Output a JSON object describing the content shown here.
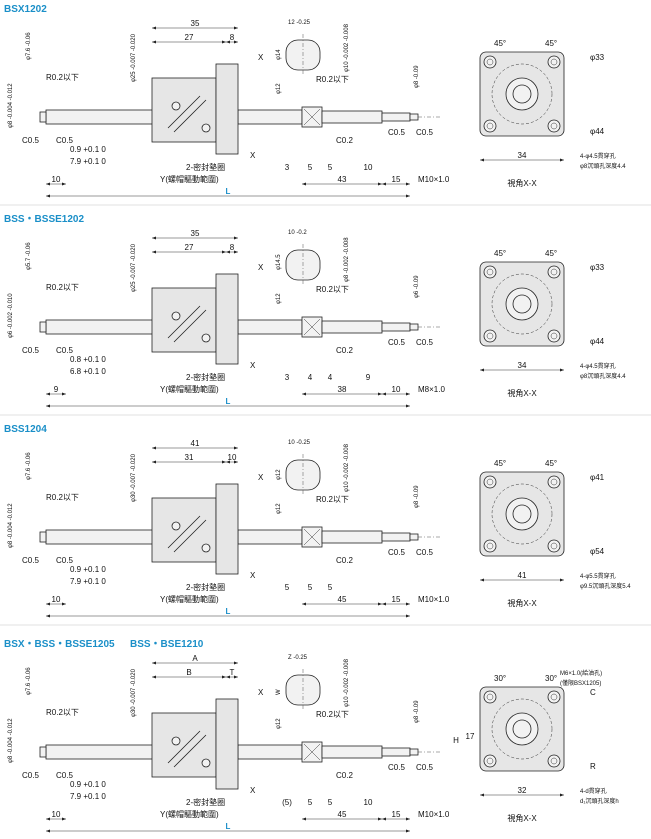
{
  "sections": [
    {
      "title": "BSX1202",
      "nut_length": "35",
      "flange_offset": "27",
      "flange_thickness": "8",
      "flange_width_tol": "12 -0.25",
      "nut_diameter": "φ25 -0.007 -0.020",
      "shaft_end_dia": "φ7.6 -0.06",
      "shaft_left_dia": "φ8 -0.004 -0.012",
      "shaft_right_dia": "φ8 -0.09",
      "dia_14": "φ14",
      "dia_12": "φ12",
      "dia_10": "φ10 -0.002 -0.008",
      "r_note": "R0.2以下",
      "r_note2": "R0.2以下",
      "c05_a": "C0.5",
      "c05_b": "C0.5",
      "c05_c": "C0.5",
      "c05_d": "C0.5",
      "c05_e": "C0.5",
      "c02": "C0.2",
      "dim_09": "0.9 +0.1 0",
      "dim_79": "7.9 +0.1 0",
      "dim_left": "10",
      "dim_3": "3",
      "dim_5a": "5",
      "dim_5b": "5",
      "dim_43": "43",
      "dim_10": "10",
      "dim_15": "15",
      "thread": "M10×1.0",
      "seal_label": "2-密封墊圈",
      "y_label": "Y(螺帽驅動範圍)",
      "l_label": "L",
      "x_mark": "X",
      "x_mark2": "X",
      "view_angle1": "45°",
      "view_angle2": "45°",
      "view_dia_outer": "φ33",
      "view_dia_bolt": "φ44",
      "view_hole_note1": "4-φ4.5貫穿孔",
      "view_hole_note2": "φ8沉頭孔深度4.4",
      "view_width": "34",
      "view_label": "視角X-X"
    },
    {
      "title": "BSS・BSSE1202",
      "nut_length": "35",
      "flange_offset": "27",
      "flange_thickness": "8",
      "flange_width_tol": "10 -0.2",
      "nut_diameter": "φ25 -0.007 -0.020",
      "shaft_end_dia": "φ5.7 -0.06",
      "shaft_left_dia": "φ6 -0.002 -0.010",
      "shaft_right_dia": "φ6 -0.09",
      "dia_14": "φ14.5",
      "dia_12": "φ12",
      "dia_10": "φ8 -0.002 -0.008",
      "r_note": "R0.2以下",
      "r_note2": "R0.2以下",
      "c05_a": "C0.5",
      "c05_b": "C0.5",
      "c05_c": "C0.5",
      "c05_d": "C0.5",
      "c05_e": "C0.5",
      "c02": "C0.2",
      "dim_09": "0.8 +0.1 0",
      "dim_79": "6.8 +0.1 0",
      "dim_left": "9",
      "dim_3": "3",
      "dim_5a": "4",
      "dim_5b": "4",
      "dim_43": "38",
      "dim_10": "9",
      "dim_15": "10",
      "thread": "M8×1.0",
      "seal_label": "2-密封墊圈",
      "y_label": "Y(螺帽驅動範圍)",
      "l_label": "L",
      "x_mark": "X",
      "x_mark2": "X",
      "view_angle1": "45°",
      "view_angle2": "45°",
      "view_dia_outer": "φ33",
      "view_dia_bolt": "φ44",
      "view_hole_note1": "4-φ4.5貫穿孔",
      "view_hole_note2": "φ8沉頭孔深度4.4",
      "view_width": "34",
      "view_label": "視角X-X"
    },
    {
      "title": "BSS1204",
      "nut_length": "41",
      "flange_offset": "31",
      "flange_thickness": "10",
      "flange_width_tol": "10 -0.25",
      "nut_diameter": "φ30 -0.007 -0.020",
      "shaft_end_dia": "φ7.6 -0.06",
      "shaft_left_dia": "φ8 -0.004 -0.012",
      "shaft_right_dia": "φ8 -0.09",
      "dia_14": "φ12",
      "dia_12": "φ12",
      "dia_10": "φ10 -0.002 -0.008",
      "r_note": "R0.2以下",
      "r_note2": "R0.2以下",
      "c05_a": "C0.5",
      "c05_b": "C0.5",
      "c05_c": "C0.5",
      "c05_d": "C0.5",
      "c05_e": "C0.5",
      "c02": "C0.2",
      "dim_09": "0.9 +0.1 0",
      "dim_79": "7.9 +0.1 0",
      "dim_left": "10",
      "dim_3": "5",
      "dim_5a": "5",
      "dim_5b": "5",
      "dim_43": "45",
      "dim_10": "",
      "dim_15": "15",
      "thread": "M10×1.0",
      "seal_label": "2-密封墊圈",
      "y_label": "Y(螺帽驅動範圍)",
      "l_label": "L",
      "x_mark": "X",
      "x_mark2": "X",
      "view_angle1": "45°",
      "view_angle2": "45°",
      "view_dia_outer": "φ41",
      "view_dia_bolt": "φ54",
      "view_hole_note1": "4-φ5.5貫穿孔",
      "view_hole_note2": "φ9.5沉頭孔深度5.4",
      "view_width": "41",
      "view_label": "視角X-X"
    },
    {
      "title": "BSX・BSS・BSSE1205",
      "title2": "BSS・BSE1210",
      "nut_length": "A",
      "flange_offset": "B",
      "flange_thickness": "T",
      "flange_width_tol": "Z -0.25",
      "nut_diameter": "φ30 -0.007 -0.020",
      "shaft_end_dia": "φ7.6 -0.06",
      "shaft_left_dia": "φ8 -0.004 -0.012",
      "shaft_right_dia": "φ8 -0.09",
      "dia_14": "W",
      "dia_12": "φ12",
      "dia_10": "φ10 -0.002 -0.008",
      "r_note": "R0.2以下",
      "r_note2": "R0.2以下",
      "c05_a": "C0.5",
      "c05_b": "C0.5",
      "c05_c": "C0.5",
      "c05_d": "C0.5",
      "c05_e": "C0.5",
      "c02": "C0.2",
      "dim_09": "0.9 +0.1 0",
      "dim_79": "7.9 +0.1 0",
      "dim_left": "10",
      "dim_3": "(5)",
      "dim_5a": "5",
      "dim_5b": "5",
      "dim_43": "45",
      "dim_10": "10",
      "dim_15": "15",
      "thread": "M10×1.0",
      "seal_label": "2-密封墊圈",
      "y_label": "Y(螺帽驅動範圍)",
      "l_label": "L",
      "x_mark": "X",
      "x_mark2": "X",
      "view_angle1": "30°",
      "view_angle2": "30°",
      "view_dia_outer": "C",
      "view_dia_bolt": "R",
      "view_hole_note1": "4-d貫穿孔",
      "view_hole_note2": "d₁沉頭孔深度h",
      "view_width": "32",
      "view_label": "視角X-X",
      "view_height": "H",
      "view_height_inner": "17",
      "oil_hole": "M6×1.0(給油孔)",
      "oil_note": "(僅限BSX1205)"
    }
  ]
}
